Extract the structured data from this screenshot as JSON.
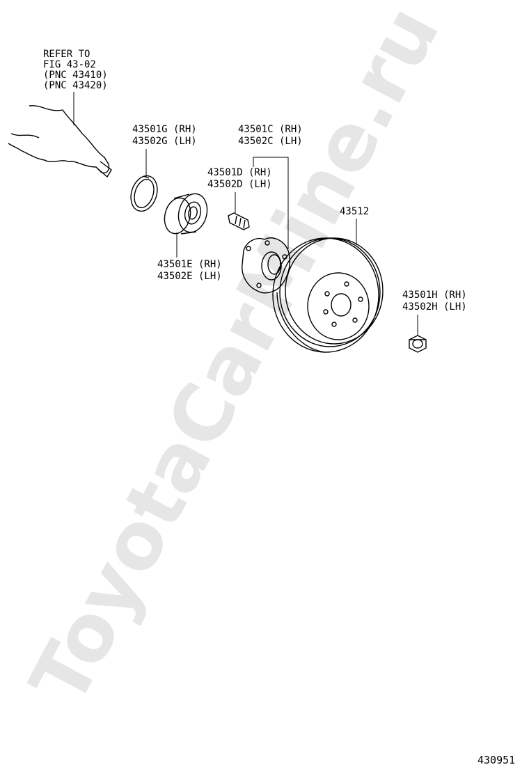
{
  "watermark": "ToyotaCarMine.ru",
  "diagram_id": "430951",
  "labels": {
    "refer_1": "REFER TO",
    "refer_2": "FIG 43-02",
    "refer_3": "(PNC 43410)",
    "refer_4": "(PNC 43420)",
    "g_rh": "43501G (RH)",
    "g_lh": "43502G (LH)",
    "c_rh": "43501C (RH)",
    "c_lh": "43502C (LH)",
    "d_rh": "43501D (RH)",
    "d_lh": "43502D (LH)",
    "e_rh": "43501E (RH)",
    "e_lh": "43502E (LH)",
    "disc": "43512",
    "h_rh": "43501H (RH)",
    "h_lh": "43502H (LH)"
  }
}
